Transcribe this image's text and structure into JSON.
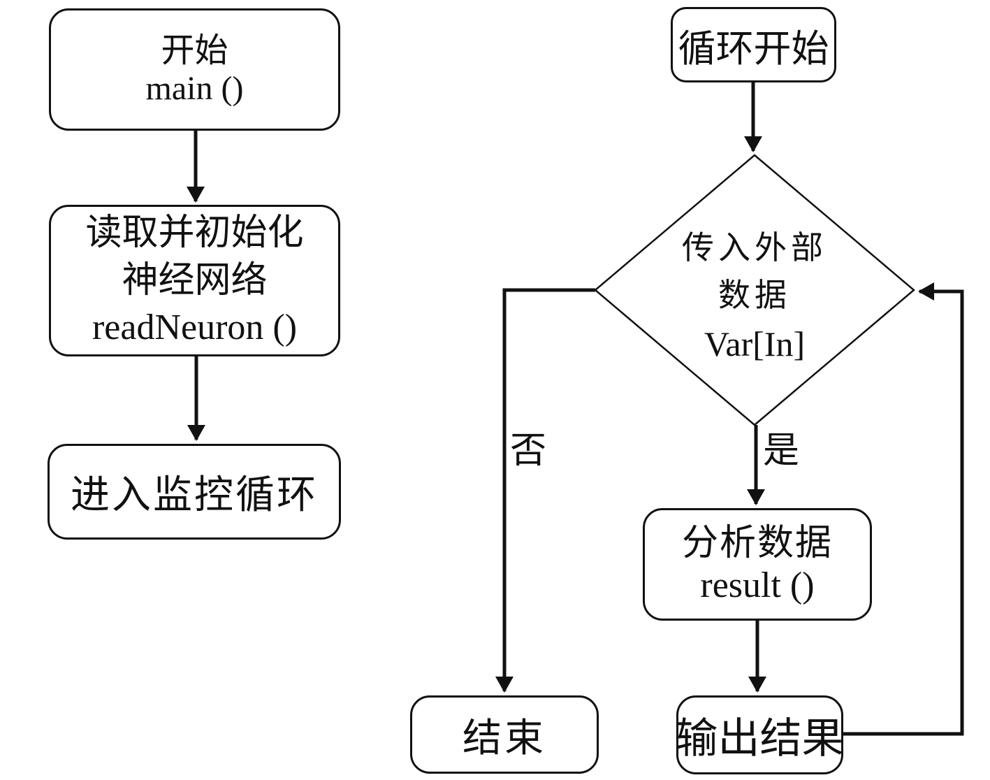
{
  "diagram": {
    "background": "#ffffff",
    "stroke": "#111111",
    "nodes": {
      "start": {
        "line1": "开始",
        "line2": "main ()"
      },
      "init": {
        "line1": "读取并初始化",
        "line2": "神经网络",
        "line3": "readNeuron ()"
      },
      "monitor": {
        "label": "进入监控循环"
      },
      "loop_start": {
        "label": "循环开始"
      },
      "decision": {
        "line1": "传入外部",
        "line2": "数据",
        "line3": "Var[In]"
      },
      "analyze": {
        "line1": "分析数据",
        "line2": "result ()"
      },
      "end": {
        "label": "结束"
      },
      "output": {
        "label": "输出结果"
      }
    },
    "edge_labels": {
      "no": "否",
      "yes": "是"
    }
  }
}
